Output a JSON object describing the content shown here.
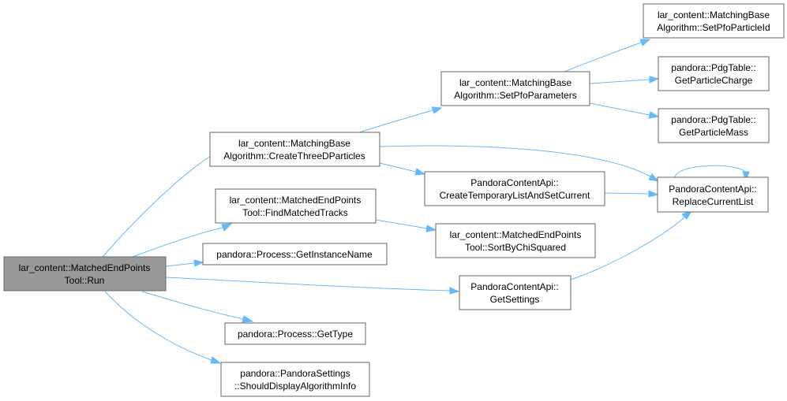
{
  "colors": {
    "root_fill": "#999999",
    "node_fill": "#ffffff",
    "node_border": "#666666",
    "edge": "#63b8ff"
  },
  "nodes": {
    "run": [
      "lar_content::MatchedEndPoints",
      "Tool::Run"
    ],
    "create3d": [
      "lar_content::MatchingBase",
      "Algorithm::CreateThreeDParticles"
    ],
    "findmatched": [
      "lar_content::MatchedEndPoints",
      "Tool::FindMatchedTracks"
    ],
    "getinstancename": [
      "pandora::Process::GetInstanceName"
    ],
    "gettype": [
      "pandora::Process::GetType"
    ],
    "shoulddisplay": [
      "pandora::PandoraSettings",
      "::ShouldDisplayAlgorithmInfo"
    ],
    "setpfoparams": [
      "lar_content::MatchingBase",
      "Algorithm::SetPfoParameters"
    ],
    "createtemp": [
      "PandoraContentApi::",
      "CreateTemporaryListAndSetCurrent"
    ],
    "sortbychi": [
      "lar_content::MatchedEndPoints",
      "Tool::SortByChiSquared"
    ],
    "getsettings": [
      "PandoraContentApi::",
      "GetSettings"
    ],
    "setpfoid": [
      "lar_content::MatchingBase",
      "Algorithm::SetPfoParticleId"
    ],
    "getcharge": [
      "pandora::PdgTable::",
      "GetParticleCharge"
    ],
    "getmass": [
      "pandora::PdgTable::",
      "GetParticleMass"
    ],
    "replacelist": [
      "PandoraContentApi::",
      "ReplaceCurrentList"
    ]
  }
}
